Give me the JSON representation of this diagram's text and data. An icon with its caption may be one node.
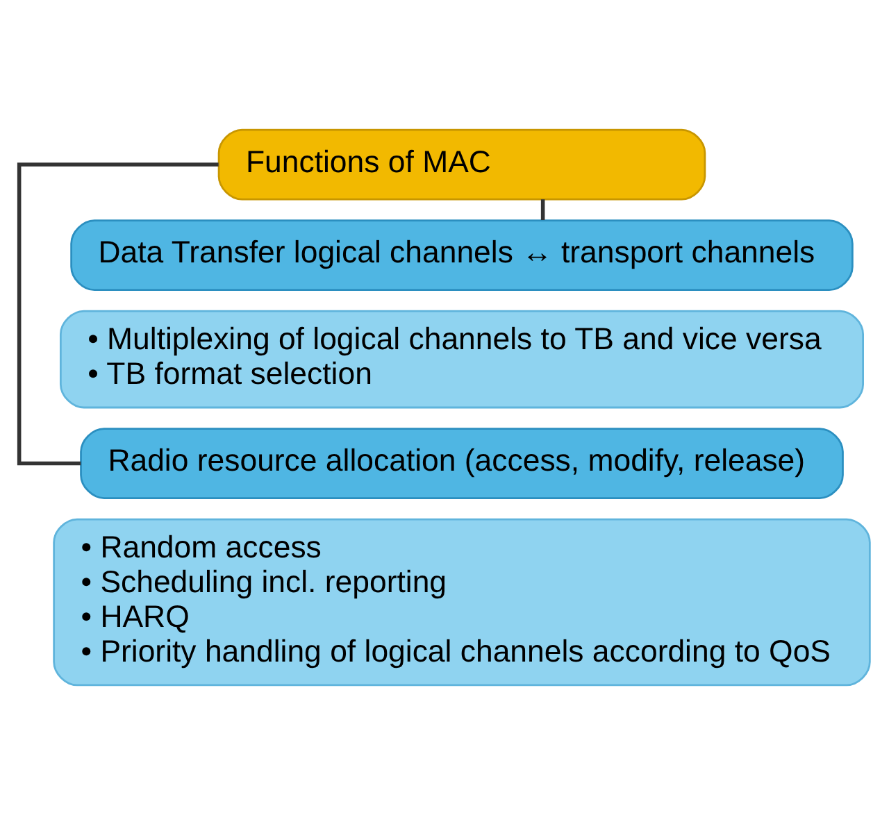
{
  "diagram": {
    "nodes": [
      {
        "text": [
          "Functions of MAC"
        ]
      },
      {
        "text": [
          "Data Transfer logical channels ↔ transport channels"
        ]
      },
      {
        "text": [
          "• Multiplexing of logical channels to TB and vice versa",
          "• TB format selection"
        ]
      },
      {
        "text": [
          "Radio resource allocation (access, modify, release)"
        ]
      },
      {
        "text": [
          "• Random access",
          "• Scheduling incl. reporting",
          "• HARQ",
          "• Priority handling of logical channels according to QoS"
        ]
      }
    ],
    "edges": [
      {
        "from": 0,
        "to": 1,
        "arrow": "none"
      },
      {
        "from": 0,
        "to": 3,
        "arrow": "none"
      }
    ]
  }
}
